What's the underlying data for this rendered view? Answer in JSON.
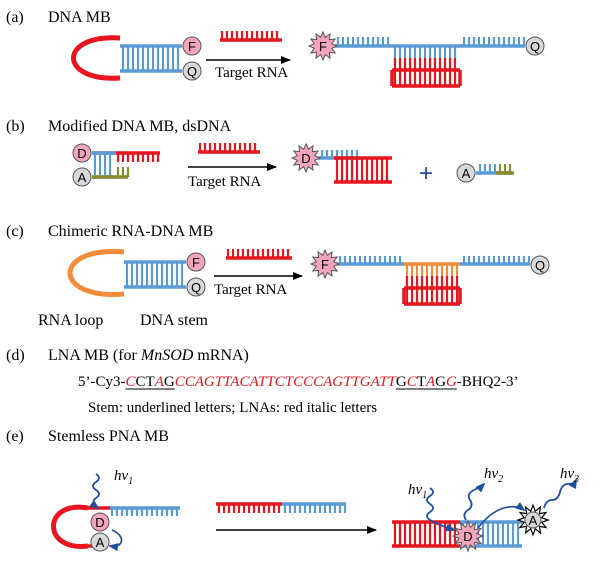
{
  "colors": {
    "red": "#e8141e",
    "blue": "#5b9bd5",
    "orange": "#f28c3a",
    "olive": "#8a8a2e",
    "navy": "#1f4e9c",
    "fluor_fill": "#f4a5bd",
    "quench_fill": "#d8d8d8"
  },
  "panels": {
    "a": {
      "letter": "(a)",
      "title": "DNA MB",
      "fluor": "F",
      "quench": "Q",
      "target": "Target RNA"
    },
    "b": {
      "letter": "(b)",
      "title": "Modified DNA MB, dsDNA",
      "donor": "D",
      "acceptor": "A",
      "target": "Target RNA",
      "plus": "+"
    },
    "c": {
      "letter": "(c)",
      "title": "Chimeric RNA-DNA MB",
      "fluor": "F",
      "quench": "Q",
      "target": "Target RNA",
      "loop_label": "RNA loop",
      "stem_label": "DNA stem"
    },
    "d": {
      "letter": "(d)",
      "title_prefix": "LNA MB (for ",
      "title_italic": "MnSOD",
      "title_suffix": " mRNA)",
      "sequence": [
        {
          "t": "5’-Cy3-",
          "s": "n"
        },
        {
          "t": "C",
          "s": "ur"
        },
        {
          "t": "CT",
          "s": "u"
        },
        {
          "t": "A",
          "s": "ur"
        },
        {
          "t": "G",
          "s": "u"
        },
        {
          "t": "CCAGTTACATTCTCCCAGTTGATT",
          "s": "r"
        },
        {
          "t": "G",
          "s": "u"
        },
        {
          "t": "C",
          "s": "ur"
        },
        {
          "t": "T",
          "s": "u"
        },
        {
          "t": "A",
          "s": "ur"
        },
        {
          "t": "G",
          "s": "u"
        },
        {
          "t": "G",
          "s": "ur"
        },
        {
          "t": "-BHQ2-3’",
          "s": "n"
        }
      ],
      "legend": "Stem: underlined letters;   LNAs: red italic letters"
    },
    "e": {
      "letter": "(e)",
      "title": "Stemless PNA MB",
      "donor": "D",
      "acceptor": "A",
      "hv_base": "hv",
      "hv1_sub": "1",
      "hv2_sub": "2",
      "hv3_sub": "3"
    }
  }
}
